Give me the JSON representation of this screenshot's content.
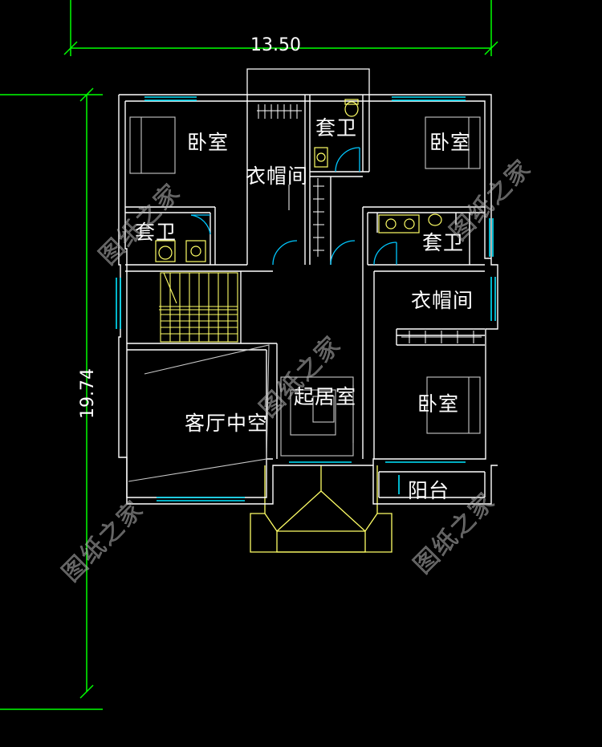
{
  "dimensions": {
    "width_label": "13.50",
    "height_label": "19.74"
  },
  "rooms": {
    "bedroom_nw": "卧室",
    "bedroom_ne": "卧室",
    "bedroom_se": "卧室",
    "wardrobe_center": "衣帽间",
    "wardrobe_east": "衣帽间",
    "bath_north": "套卫",
    "bath_west": "套卫",
    "bath_east": "套卫",
    "living_void": "客厅中空",
    "family_room": "起居室",
    "balcony": "阳台"
  },
  "watermark": "图纸之家",
  "colors": {
    "background": "#000000",
    "walls": "#ffffff",
    "windows": "#00e5ff",
    "fixtures": "#ffff66",
    "dimension": "#00ff00",
    "doors": "#00c8ff",
    "furniture": "#c8c8c8"
  }
}
